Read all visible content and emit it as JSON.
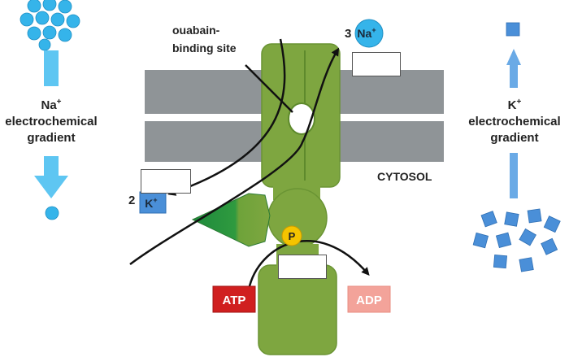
{
  "labels": {
    "ouabain_line1": "ouabain-",
    "ouabain_line2": "binding site",
    "cytosol": "CYTOSOL",
    "na_count": "3",
    "na_ion": "Na",
    "na_charge": "+",
    "k_count": "2",
    "k_ion": "K",
    "k_charge": "+",
    "phosphate": "P",
    "atp": "ATP",
    "adp": "ADP"
  },
  "gradients": {
    "na": {
      "ion": "Na",
      "charge": "+",
      "line1": "electrochemical",
      "line2": "gradient"
    },
    "k": {
      "ion": "K",
      "charge": "+",
      "line1": "electrochemical",
      "line2": "gradient"
    }
  },
  "colors": {
    "membrane": "#8f9497",
    "pump_green": "#7ea640",
    "pump_dark": "#5e8a2c",
    "domain_dark": "#1e8a3c",
    "na_blue": "#35b4ea",
    "k_blue": "#4a8fd8",
    "atp_red": "#d01f1f",
    "adp_pink": "#f3a39a",
    "phosphate_yellow": "#f4c400"
  }
}
